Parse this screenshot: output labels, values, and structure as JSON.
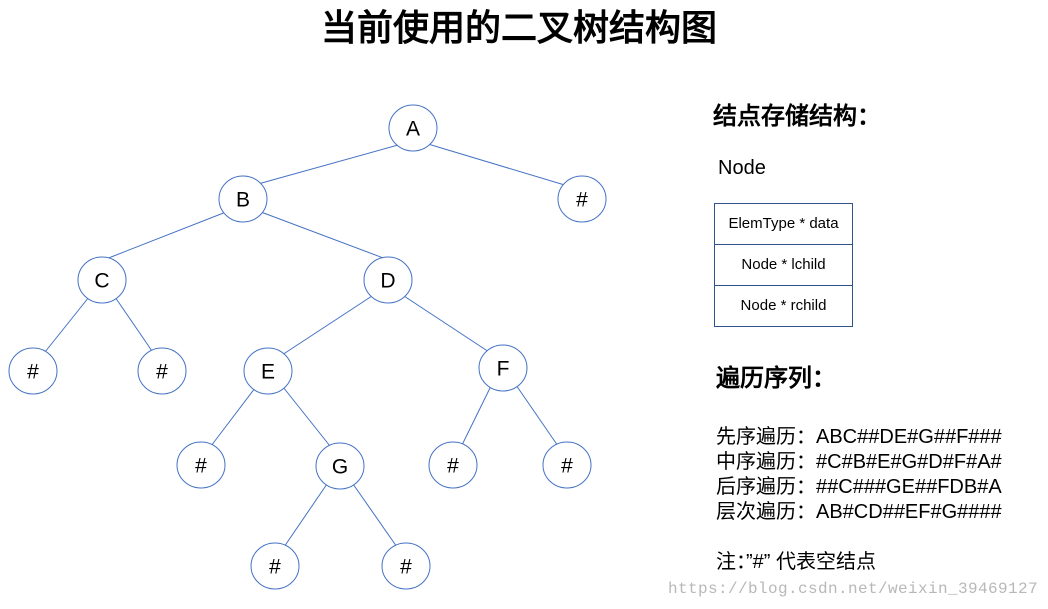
{
  "title": "当前使用的二叉树结构图",
  "tree": {
    "nodes": [
      "A",
      "B",
      "#",
      "C",
      "D",
      "#",
      "#",
      "E",
      "F",
      "#",
      "G",
      "#",
      "#",
      "#",
      "#"
    ]
  },
  "storage": {
    "heading": "结点存储结构：",
    "struct_name": "Node",
    "fields": [
      "ElemType * data",
      "Node * lchild",
      "Node * rchild"
    ]
  },
  "traversal": {
    "heading": "遍历序列：",
    "lines": [
      {
        "label": "先序遍历：",
        "sequence": "ABC##DE#G##F###"
      },
      {
        "label": "中序遍历：",
        "sequence": "#C#B#E#G#D#F#A#"
      },
      {
        "label": "后序遍历：",
        "sequence": "##C###GE##FDB#A"
      },
      {
        "label": "层次遍历：",
        "sequence": "AB#CD##EF#G####"
      }
    ]
  },
  "note": "注：”#” 代表空结点",
  "watermark": "https://blog.csdn.net/weixin_39469127",
  "colors": {
    "node_stroke": "#4472c4",
    "box_border": "#2f528f",
    "watermark": "#b8b8b8"
  }
}
